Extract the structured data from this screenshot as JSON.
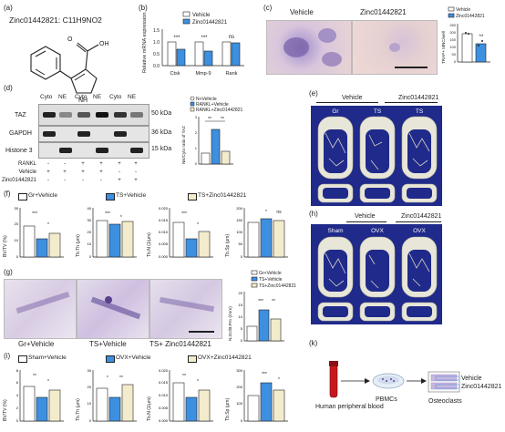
{
  "panel_a": {
    "label": "(a)",
    "compound": "Zinc01442821: C11H9NO2",
    "oh": "OH",
    "o": "O",
    "nh": "NH"
  },
  "panel_b": {
    "label": "(b)",
    "legend": [
      "Vehicle",
      "Zinc01442821"
    ],
    "ylabel": "Relative mRNA expression",
    "categories": [
      "Ctsk",
      "Mmp-9",
      "Rank"
    ],
    "sig": [
      "***",
      "***",
      "ns"
    ],
    "yticks": [
      "0.0",
      "0.5",
      "1.0",
      "1.5"
    ]
  },
  "panel_c": {
    "label": "(c)",
    "titles": [
      "Vehicle",
      "Zinc01442821"
    ],
    "legend": [
      "Vehicle",
      "Zinc01442821"
    ],
    "ylabel": "TRAP+ MNC/well",
    "sig": "**",
    "yticks": [
      "0",
      "50",
      "100",
      "150",
      "200",
      "250"
    ]
  },
  "panel_d": {
    "label": "(d)",
    "lanes": [
      "Cyto",
      "NE",
      "Cyto",
      "NE",
      "Cyto",
      "NE"
    ],
    "bands": [
      {
        "name": "TAZ",
        "kda": "50 kDa"
      },
      {
        "name": "GAPDH",
        "kda": "36 kDa"
      },
      {
        "name": "Histone 3",
        "kda": "15 kDa"
      }
    ],
    "rows": [
      {
        "name": "RANKL",
        "signs": [
          "-",
          "-",
          "+",
          "+",
          "+",
          "+"
        ]
      },
      {
        "name": "Vehicle",
        "signs": [
          "+",
          "+",
          "+",
          "+",
          "-",
          "-"
        ]
      },
      {
        "name": "Zinc01442821",
        "signs": [
          "-",
          "-",
          "-",
          "-",
          "+",
          "+"
        ]
      }
    ],
    "legend": [
      "N+Vehicle",
      "RANKL+Vehicle",
      "RANKL+Zinc01442821"
    ],
    "ylabel": "NE/Cyto ratio of TAZ",
    "sig": [
      "**",
      "**"
    ],
    "yticks": [
      "0",
      "1",
      "2",
      "3"
    ]
  },
  "panel_e": {
    "label": "(e)",
    "group1": "Vehicle",
    "group2": "Zinc01442821",
    "bones": [
      "Gr",
      "TS",
      "TS"
    ]
  },
  "panel_f": {
    "label": "(f)",
    "legend": [
      "Gr+Vehicle",
      "TS+Vehicle",
      "TS+Zinc01442821"
    ],
    "charts": [
      {
        "ylabel": "BV/TV (%)",
        "yticks": [
          "0",
          "10",
          "20",
          "30"
        ],
        "sig": [
          "***",
          "*"
        ]
      },
      {
        "ylabel": "Tb.Th (μm)",
        "yticks": [
          "0",
          "10",
          "20",
          "30",
          "40"
        ],
        "sig": [
          "***",
          "*"
        ]
      },
      {
        "ylabel": "Tb.N (1/μm)",
        "yticks": [
          "0.000",
          "0.005",
          "0.010",
          "0.015",
          "0.020"
        ],
        "sig": [
          "***",
          "*"
        ]
      },
      {
        "ylabel": "Tb.Sp (μm)",
        "yticks": [
          "0",
          "50",
          "100",
          "150",
          "200"
        ],
        "sig": [
          "*",
          "ns"
        ]
      }
    ]
  },
  "panel_g": {
    "label": "(g)",
    "captions": [
      "Gr+Vehicle",
      "TS+Vehicle",
      "TS+ Zinc01442821"
    ],
    "legend": [
      "Gr+Vehicle",
      "TS+Vehicle",
      "TS+Zinc01442821"
    ],
    "ylabel": "N.Oc/B.Pm (/mm)",
    "sig": [
      "***",
      "**"
    ],
    "yticks": [
      "0",
      "5",
      "10",
      "15",
      "20"
    ]
  },
  "panel_h": {
    "label": "(h)",
    "group1": "Vehicle",
    "group2": "Zinc01442821",
    "bones": [
      "Sham",
      "OVX",
      "OVX"
    ]
  },
  "panel_i": {
    "label": "(i)",
    "legend": [
      "Sham+Vehicle",
      "OVX+Vehicle",
      "OVX+Zinc01442821"
    ],
    "charts": [
      {
        "ylabel": "BV/TV (%)",
        "yticks": [
          "0",
          "2",
          "4",
          "6",
          "8"
        ],
        "sig": [
          "**",
          "*"
        ]
      },
      {
        "ylabel": "Tb.Th (μm)",
        "yticks": [
          "0",
          "10",
          "20",
          "30"
        ],
        "sig": [
          "*",
          "**"
        ]
      },
      {
        "ylabel": "Tb.N (1/μm)",
        "yticks": [
          "0.000",
          "0.005",
          "0.010",
          "0.015",
          "0.020"
        ],
        "sig": [
          "**",
          "*"
        ]
      },
      {
        "ylabel": "Tb.Sp (μm)",
        "yticks": [
          "0",
          "100",
          "200",
          "300"
        ],
        "sig": [
          "***",
          "*"
        ]
      }
    ]
  },
  "panel_k": {
    "label": "(k)",
    "source": "Human peripheral blood",
    "cells": "PBMCs",
    "result": "Osteoclasts",
    "conditions": [
      "Vehicle",
      "Zinc01442821"
    ]
  },
  "colors": {
    "vehicle": "#ffffff",
    "treat": "#3d8fe0",
    "ctrl": "#f2eccc",
    "tissue": "#d9cde4",
    "bone_bg": "#1f2a8a"
  }
}
